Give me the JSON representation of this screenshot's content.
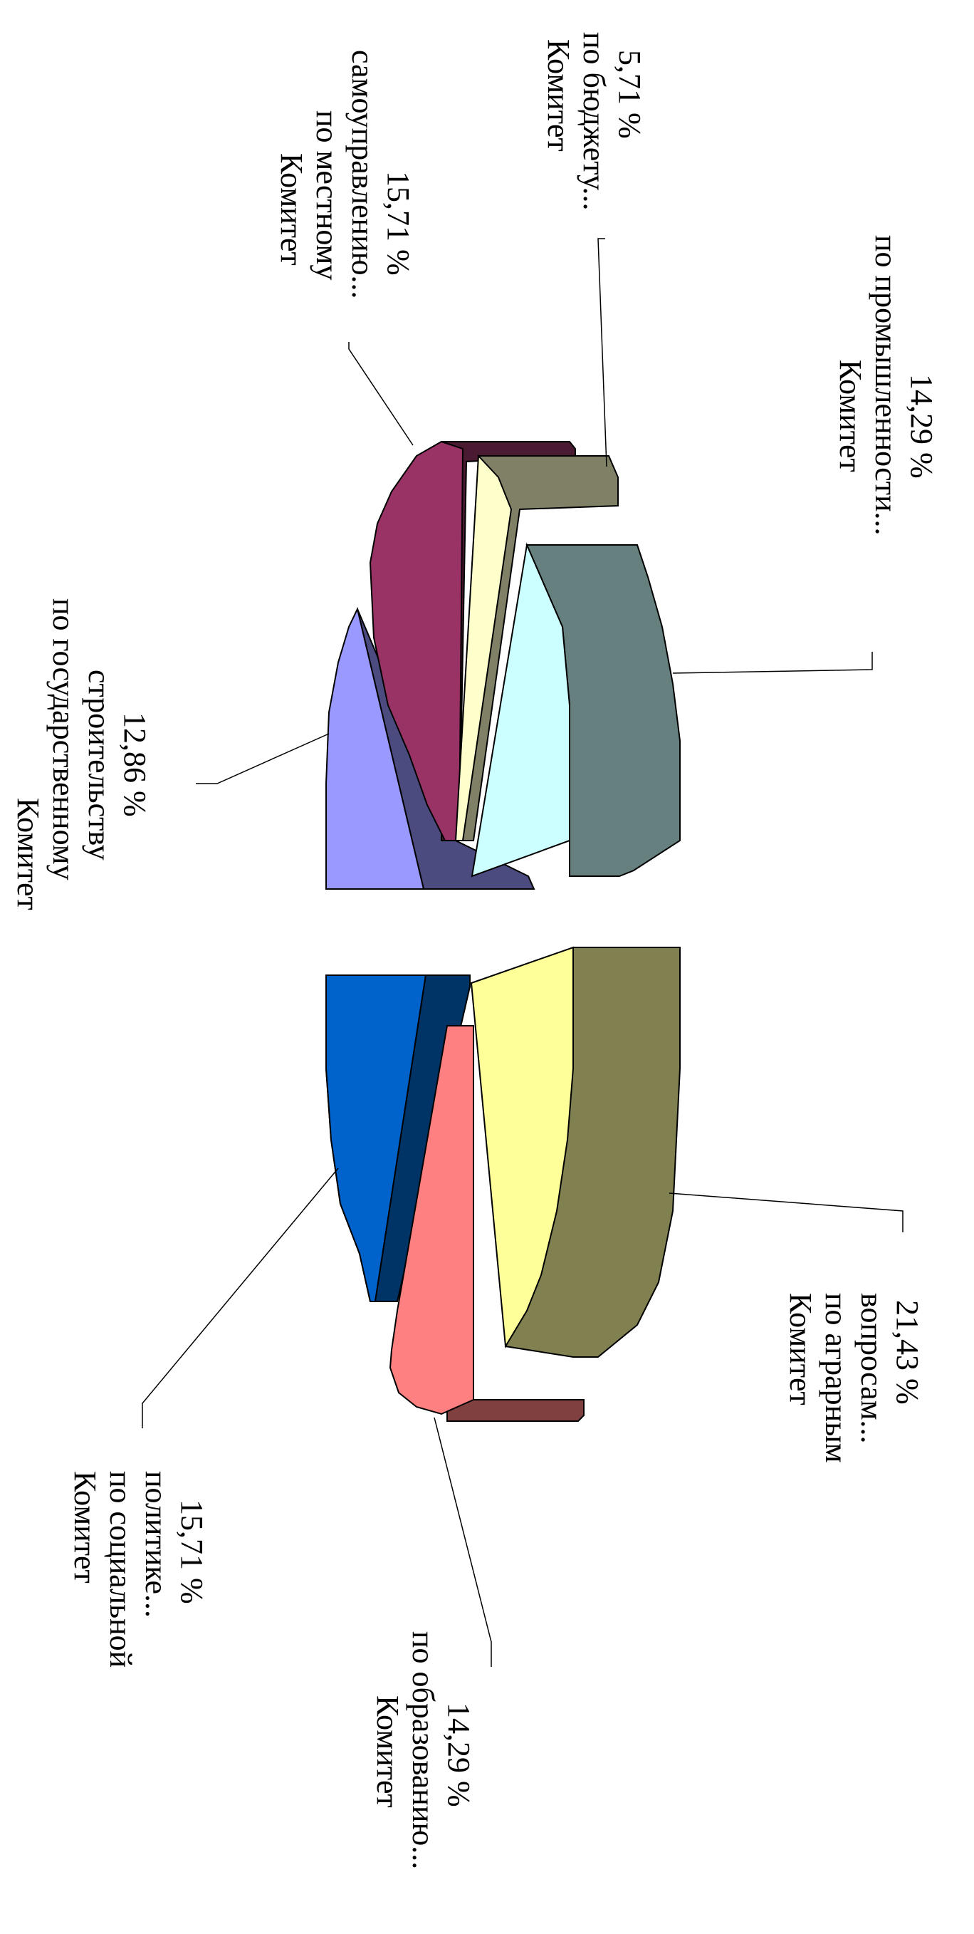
{
  "chart_data": {
    "type": "pie",
    "style": "3d-exploded",
    "title": "",
    "slices": [
      {
        "lines": [
          "Комитет",
          "по социальной",
          "политике..."
        ],
        "percent": "15,71 %",
        "value": 15.71,
        "color": "#0063CC"
      },
      {
        "lines": [
          "Комитет",
          "по образованию..."
        ],
        "percent": "14,29 %",
        "value": 14.29,
        "color": "#FF8080"
      },
      {
        "lines": [
          "Комитет",
          "по аграрным",
          "вопросам..."
        ],
        "percent": "21,43 %",
        "value": 21.43,
        "color": "#808050"
      },
      {
        "lines": [
          "Комитет",
          "по промышленности..."
        ],
        "percent": "14,29 %",
        "value": 14.29,
        "color": "#668080"
      },
      {
        "lines": [
          "Комитет",
          "по бюджету..."
        ],
        "percent": "5,71 %",
        "value": 5.71,
        "color": "#808066"
      },
      {
        "lines": [
          "Комитет",
          "по местному",
          "самоуправлению..."
        ],
        "percent": "15,71 %",
        "value": 15.71,
        "color": "#993366"
      },
      {
        "lines": [
          "Комитет",
          "по государственному",
          "строительству"
        ],
        "percent": "12,86 %",
        "value": 12.86,
        "color": "#9999FF"
      }
    ]
  }
}
